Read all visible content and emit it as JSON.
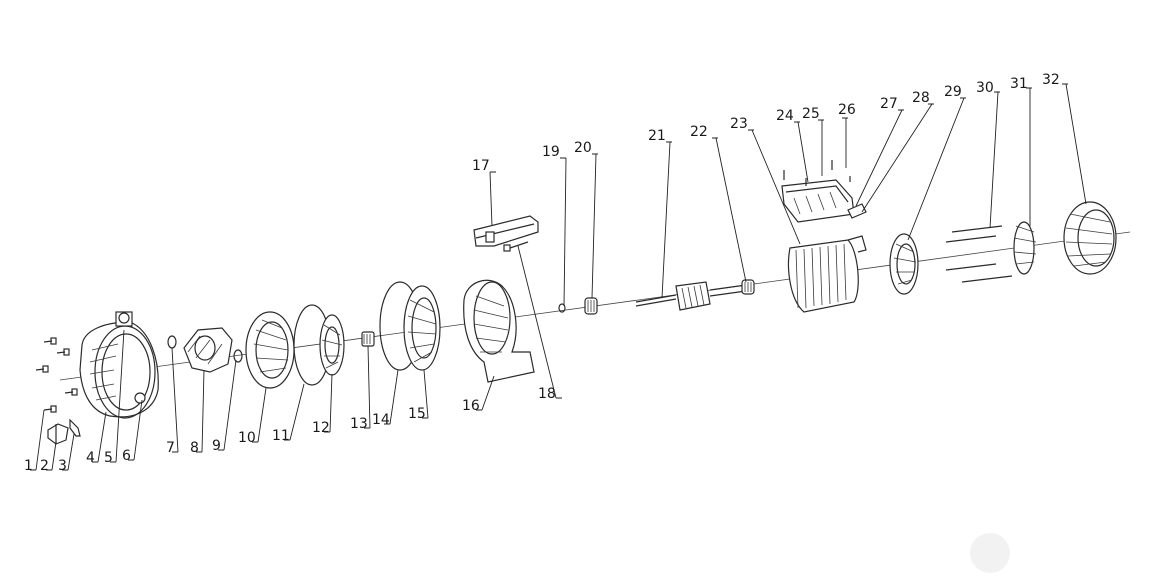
{
  "diagram": {
    "parts": [
      {
        "id": "1",
        "label": "1"
      },
      {
        "id": "2",
        "label": "2"
      },
      {
        "id": "3",
        "label": "3"
      },
      {
        "id": "4",
        "label": "4"
      },
      {
        "id": "5",
        "label": "5"
      },
      {
        "id": "6",
        "label": "6"
      },
      {
        "id": "7",
        "label": "7"
      },
      {
        "id": "8",
        "label": "8"
      },
      {
        "id": "9",
        "label": "9"
      },
      {
        "id": "10",
        "label": "10"
      },
      {
        "id": "11",
        "label": "11"
      },
      {
        "id": "12",
        "label": "12"
      },
      {
        "id": "13",
        "label": "13"
      },
      {
        "id": "14",
        "label": "14"
      },
      {
        "id": "15",
        "label": "15"
      },
      {
        "id": "16",
        "label": "16"
      },
      {
        "id": "17",
        "label": "17"
      },
      {
        "id": "18",
        "label": "18"
      },
      {
        "id": "19",
        "label": "19"
      },
      {
        "id": "20",
        "label": "20"
      },
      {
        "id": "21",
        "label": "21"
      },
      {
        "id": "22",
        "label": "22"
      },
      {
        "id": "23",
        "label": "23"
      },
      {
        "id": "24",
        "label": "24"
      },
      {
        "id": "25",
        "label": "25"
      },
      {
        "id": "26",
        "label": "26"
      },
      {
        "id": "27",
        "label": "27"
      },
      {
        "id": "28",
        "label": "28"
      },
      {
        "id": "29",
        "label": "29"
      },
      {
        "id": "30",
        "label": "30"
      },
      {
        "id": "31",
        "label": "31"
      },
      {
        "id": "32",
        "label": "32"
      }
    ]
  }
}
